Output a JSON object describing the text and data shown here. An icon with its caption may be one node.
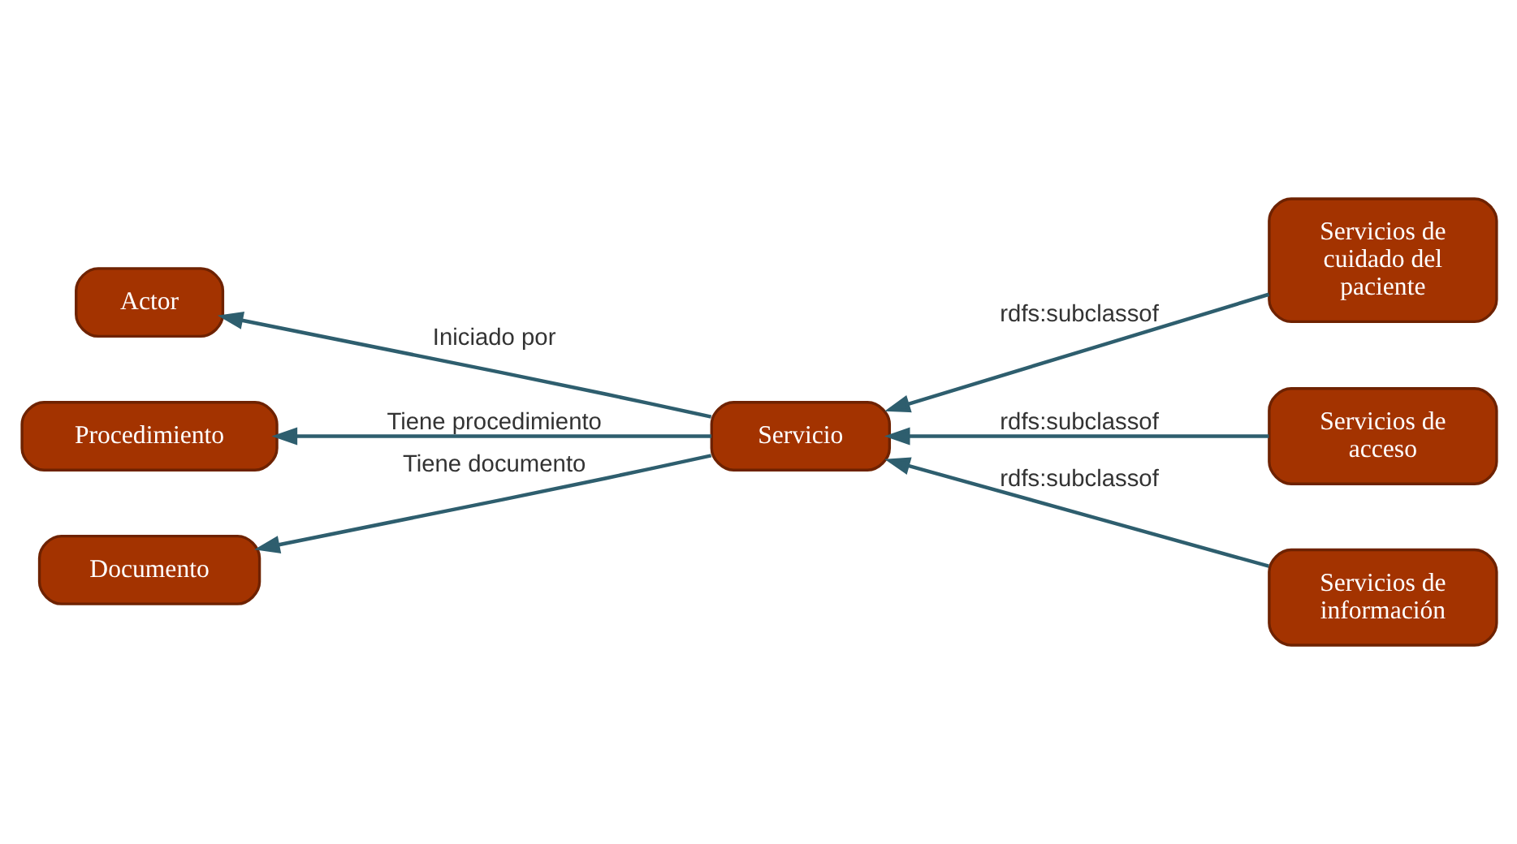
{
  "diagram": {
    "nodes": [
      {
        "text": [
          "Actor"
        ]
      },
      {
        "text": [
          "Procedimiento"
        ]
      },
      {
        "text": [
          "Servicio"
        ]
      },
      {
        "text": [
          "Documento"
        ]
      },
      {
        "text": [
          "Servicios de cuidado del paciente"
        ]
      },
      {
        "text": [
          "Servicios de acceso"
        ]
      },
      {
        "text": [
          "Servicios de información"
        ]
      }
    ],
    "edges": [
      {
        "from": 2,
        "to": 0,
        "arrow": "to",
        "label": "Iniciado por"
      },
      {
        "from": 2,
        "to": 1,
        "arrow": "to",
        "label": "Tiene procedimiento"
      },
      {
        "from": 2,
        "to": 3,
        "arrow": "to",
        "label": "Tiene documento"
      },
      {
        "from": 4,
        "to": 2,
        "arrow": "to",
        "label": "rdfs:subclassof"
      },
      {
        "from": 5,
        "to": 2,
        "arrow": "to",
        "label": "rdfs:subclassof"
      },
      {
        "from": 6,
        "to": 2,
        "arrow": "to",
        "label": "rdfs:subclassof"
      }
    ]
  }
}
